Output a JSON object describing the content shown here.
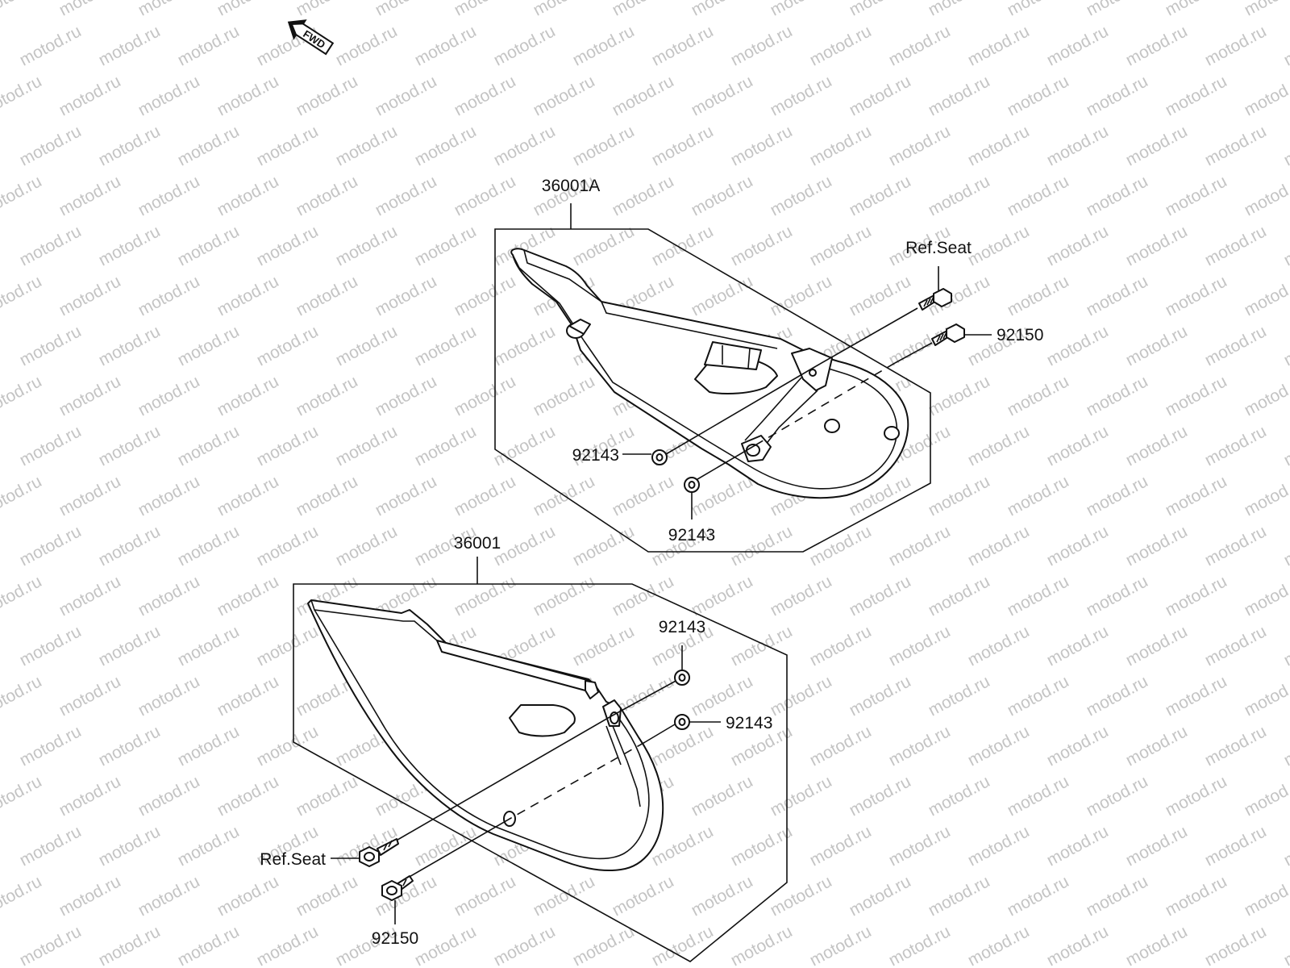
{
  "watermark": {
    "text": "motod.ru",
    "color": "#c4c4c4"
  },
  "fwd_arrow": {
    "label": "FWD"
  },
  "upper_assembly": {
    "part_number": "36001A",
    "bolt_ref_label": "Ref.Seat",
    "bolt_label": "92150",
    "washer_upper_label": "92143",
    "washer_lower_label": "92143"
  },
  "lower_assembly": {
    "part_number": "36001",
    "washer_upper_label": "92143",
    "washer_lower_label": "92143",
    "bolt_ref_label": "Ref.Seat",
    "bolt_label": "92150"
  }
}
